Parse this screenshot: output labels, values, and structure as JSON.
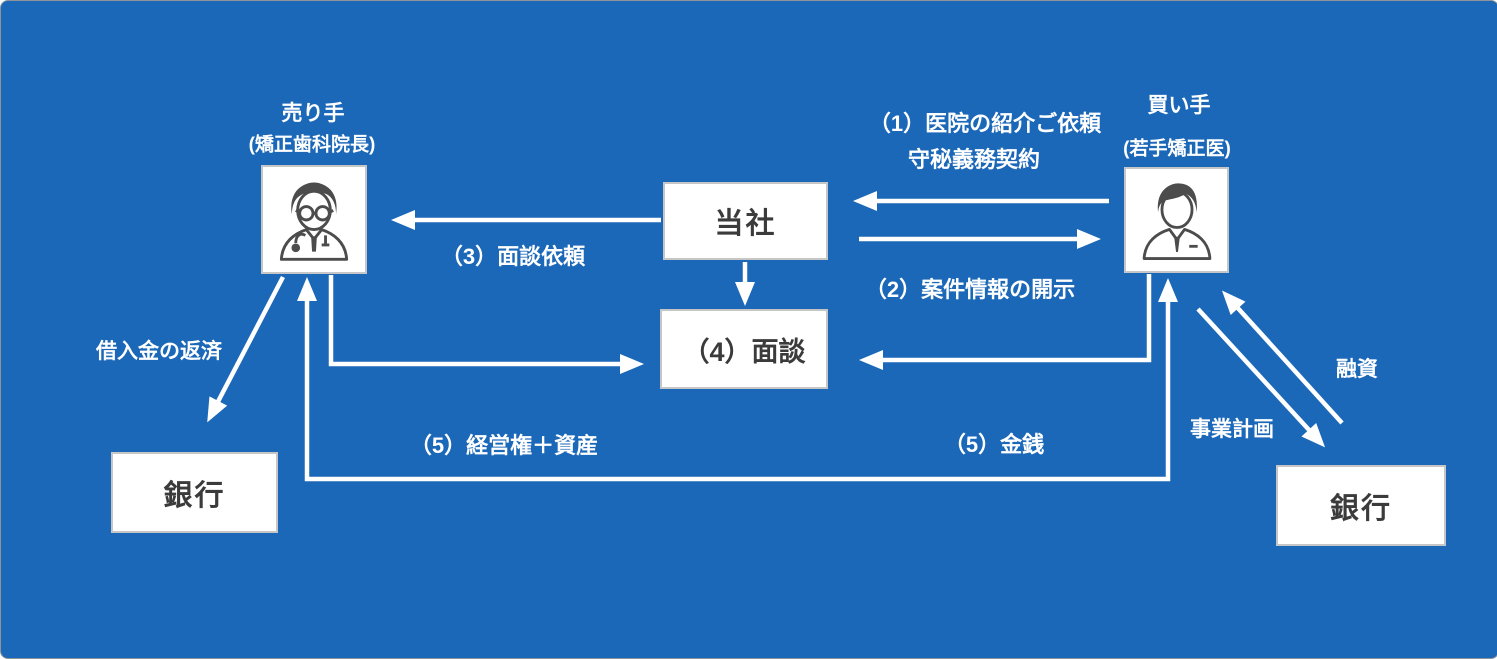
{
  "diagram_title": "M&A intermediation flow between orthodontic clinic seller and buyer",
  "actors": {
    "seller": {
      "title": "売り手",
      "subtitle": "(矯正歯科院長)",
      "icon": "doctor-icon"
    },
    "buyer": {
      "title": "買い手",
      "subtitle": "(若手矯正医)",
      "icon": "businessman-icon"
    }
  },
  "nodes": {
    "company": {
      "label": "当社"
    },
    "meeting": {
      "label": "（4）面談"
    },
    "bank_left": {
      "label": "銀行"
    },
    "bank_right": {
      "label": "銀行"
    }
  },
  "flows": {
    "step1_line1": "（1）医院の紹介ご依頼",
    "step1_line2": "守秘義務契約",
    "step2": "（2）案件情報の開示",
    "step3": "（3）面談依頼",
    "step5_assets": "（5）経営権＋資産",
    "step5_money": "（5）金銭",
    "loan_repayment": "借入金の返済",
    "financing": "融資",
    "business_plan": "事業計画"
  },
  "colors": {
    "background": "#1b67b8",
    "box_background": "#ffffff",
    "box_border": "#c6c6c6",
    "box_text": "#3b3b3b",
    "label_text": "#ffffff",
    "arrow": "#ffffff",
    "icon": "#4c4c4c"
  }
}
